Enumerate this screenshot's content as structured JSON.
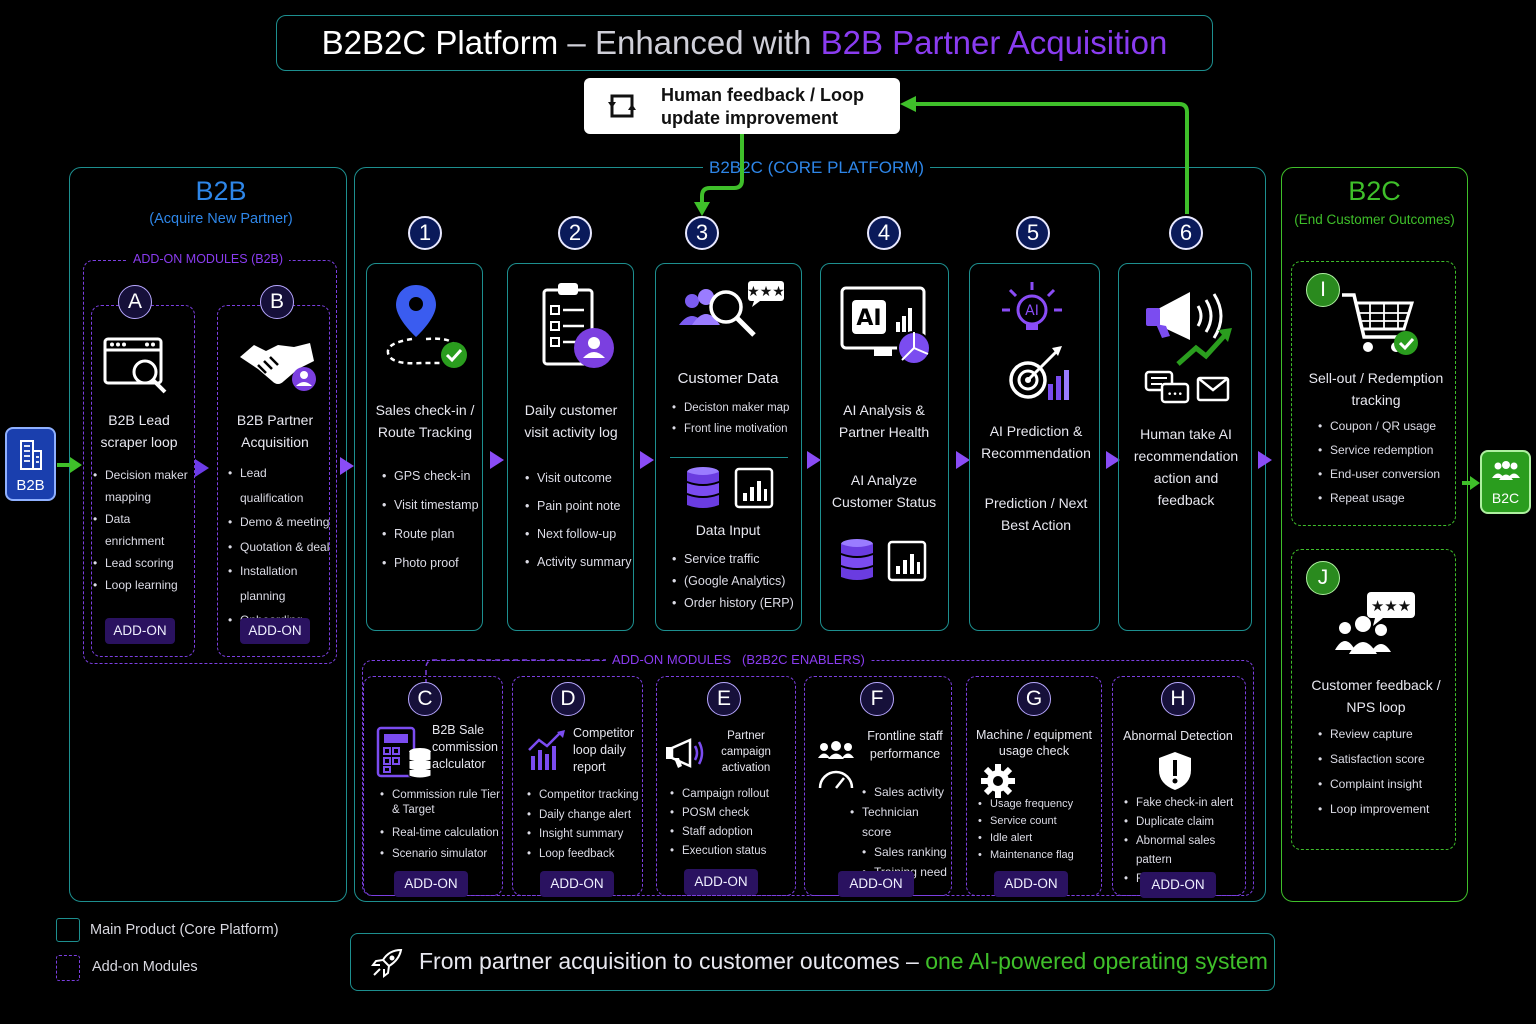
{
  "title": {
    "part1": "B2B2C Platform",
    "part2": " – Enhanced with ",
    "part3": "B2B Partner Acquisition"
  },
  "feedback_box": {
    "line1": "Human feedback / Loop",
    "line2": "update improvement"
  },
  "core_label": "B2B2C (CORE PLATFORM)",
  "b2b": {
    "title": "B2B",
    "subtitle": "(Acquire New Partner)",
    "addon_label": "ADD-ON MODULES (B2B)",
    "badge": "B2B"
  },
  "b2c": {
    "title": "B2C",
    "subtitle": "(End Customer Outcomes)",
    "badge": "B2C"
  },
  "b2b_modules": [
    {
      "letter": "A",
      "title": "B2B Lead scraper loop",
      "items": [
        "Decision maker mapping",
        "Data enrichment",
        "Lead scoring",
        "Loop learning"
      ],
      "addon": "ADD-ON"
    },
    {
      "letter": "B",
      "title": "B2B Partner Acquisition",
      "items": [
        "Lead qualification",
        "Demo & meeting",
        "Quotation & deal",
        "Installation planning",
        "Onboarding"
      ],
      "addon": "ADD-ON"
    }
  ],
  "core_steps": [
    {
      "num": "1",
      "title": "Sales check-in / Route Tracking",
      "items": [
        "GPS check-in",
        "Visit timestamp",
        "Route plan",
        "Photo proof"
      ]
    },
    {
      "num": "2",
      "title": "Daily customer visit activity log",
      "items": [
        "Visit outcome",
        "Pain point note",
        "Next follow-up",
        "Activity summary"
      ]
    },
    {
      "num": "3",
      "title": "Customer Data",
      "items": [
        "Deciston maker map",
        "Front line motivation"
      ],
      "title2": "Data Input",
      "items2": [
        "Service traffic",
        "(Google Analytics)",
        "Order history (ERP)"
      ]
    },
    {
      "num": "4",
      "title": "AI Analysis & Partner Health",
      "sub": "AI Analyze Customer Status"
    },
    {
      "num": "5",
      "title": "AI Prediction & Recommendation",
      "sub": "Prediction / Next Best Action"
    },
    {
      "num": "6",
      "title": "Human take AI recommendation action and feedback"
    }
  ],
  "enablers_label": "ADD-ON MODULES   (B2B2C ENABLERS)",
  "enablers": [
    {
      "letter": "C",
      "title": "B2B Sale commission aclculator",
      "items": [
        "Commission rule Tier & Target",
        "Real-time calculation",
        "Scenario simulator"
      ],
      "addon": "ADD-ON"
    },
    {
      "letter": "D",
      "title": "Competitor loop daily report",
      "items": [
        "Competitor tracking",
        "Daily change alert",
        "Insight summary",
        "Loop feedback"
      ],
      "addon": "ADD-ON"
    },
    {
      "letter": "E",
      "title": "Partner campaign activation",
      "items": [
        "Campaign rollout",
        "POSM check",
        "Staff adoption",
        "Execution status"
      ],
      "addon": "ADD-ON"
    },
    {
      "letter": "F",
      "title": "Frontline staff performance",
      "items": [
        "Sales activity",
        "Technician score",
        "Sales ranking",
        "Training need"
      ],
      "addon": "ADD-ON"
    },
    {
      "letter": "G",
      "title": "Machine / equipment usage check",
      "items": [
        "Usage frequency",
        "Service count",
        "Idle alert",
        "Maintenance flag"
      ],
      "addon": "ADD-ON"
    },
    {
      "letter": "H",
      "title": "Abnormal Detection",
      "items": [
        "Fake check-in alert",
        "Duplicate claim",
        "Abnormal sales pattern",
        "Risk flag"
      ],
      "addon": "ADD-ON"
    }
  ],
  "b2c_modules": [
    {
      "letter": "I",
      "title": "Sell-out / Redemption tracking",
      "items": [
        "Coupon / QR usage",
        "Service redemption",
        "End-user conversion",
        "Repeat usage"
      ]
    },
    {
      "letter": "J",
      "title": "Customer feedback / NPS loop",
      "items": [
        "Review capture",
        "Satisfaction score",
        "Complaint insight",
        "Loop improvement"
      ]
    }
  ],
  "legend": {
    "main": "Main Product (Core Platform)",
    "addon": "Add-on Modules"
  },
  "footer": {
    "part1": "From partner acquisition to customer outcomes – ",
    "part2": "one AI-powered operating system"
  },
  "colors": {
    "teal": "#1d8f8f",
    "purple": "#8a3cf0",
    "green": "#3fbf2a",
    "blue": "#2e86e8"
  }
}
